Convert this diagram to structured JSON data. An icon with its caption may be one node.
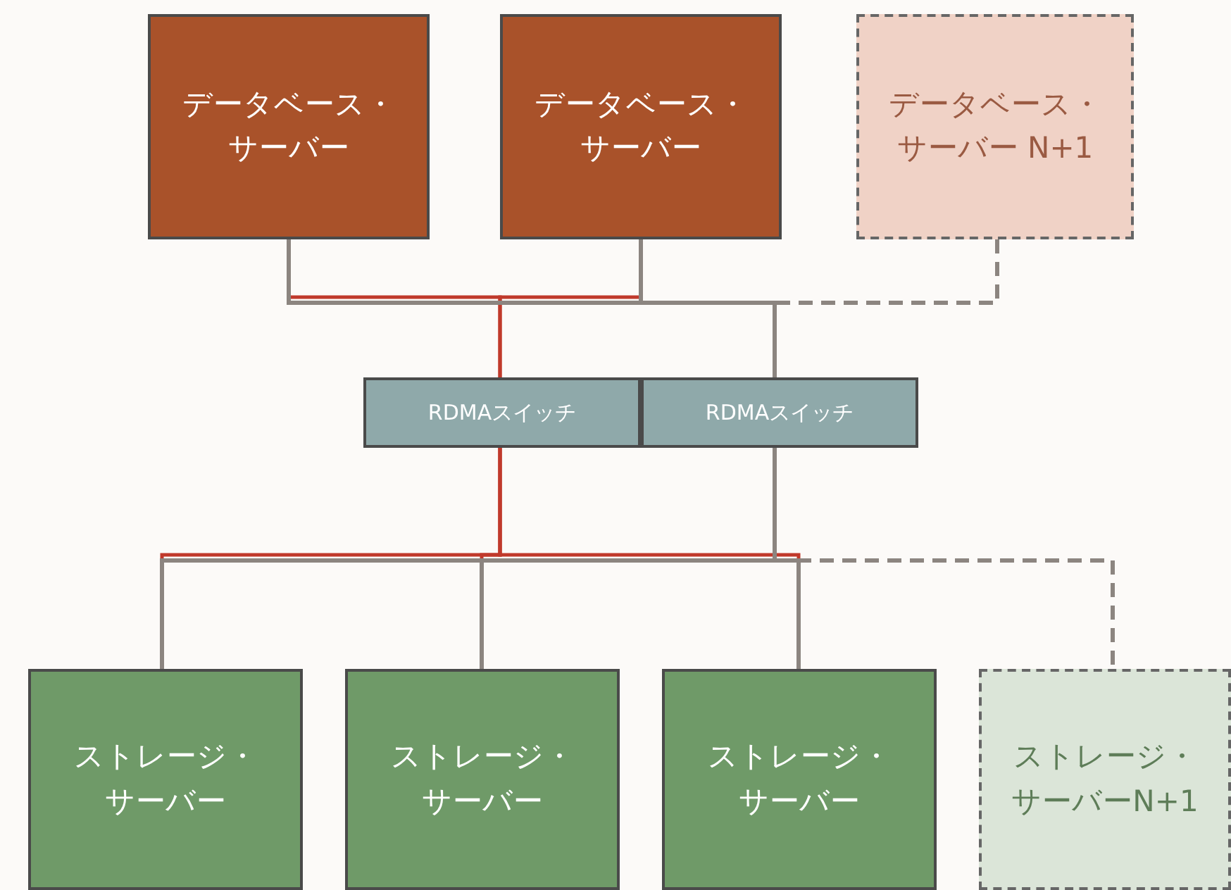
{
  "diagram": {
    "nodes": [
      {
        "text": [
          "データベース・サーバー"
        ]
      },
      {
        "text": [
          "データベース・サーバー"
        ]
      },
      {
        "text": [
          "データベース・サーバー N+1"
        ]
      },
      {
        "text": [
          "RDMAスイッチ"
        ]
      },
      {
        "text": [
          "RDMAスイッチ"
        ]
      },
      {
        "text": [
          "ストレージ・サーバー"
        ]
      },
      {
        "text": [
          "ストレージ・サーバー"
        ]
      },
      {
        "text": [
          "ストレージ・サーバー"
        ]
      },
      {
        "text": [
          "ストレージ・サーバーN+1"
        ]
      }
    ],
    "edges": [
      {
        "from": 0,
        "to": 3,
        "arrow": "none",
        "color": "#c0392b"
      },
      {
        "from": 1,
        "to": 3,
        "arrow": "none",
        "color": "#c0392b"
      },
      {
        "from": 0,
        "to": 4,
        "arrow": "none"
      },
      {
        "from": 1,
        "to": 4,
        "arrow": "none"
      },
      {
        "from": 2,
        "to": 4,
        "arrow": "none",
        "style": "dashed"
      },
      {
        "from": 3,
        "to": 5,
        "arrow": "none",
        "color": "#c0392b"
      },
      {
        "from": 3,
        "to": 6,
        "arrow": "none",
        "color": "#c0392b"
      },
      {
        "from": 3,
        "to": 7,
        "arrow": "none",
        "color": "#c0392b"
      },
      {
        "from": 4,
        "to": 5,
        "arrow": "none"
      },
      {
        "from": 4,
        "to": 6,
        "arrow": "none"
      },
      {
        "from": 4,
        "to": 7,
        "arrow": "none"
      },
      {
        "from": 4,
        "to": 8,
        "arrow": "none",
        "style": "dashed"
      }
    ]
  }
}
